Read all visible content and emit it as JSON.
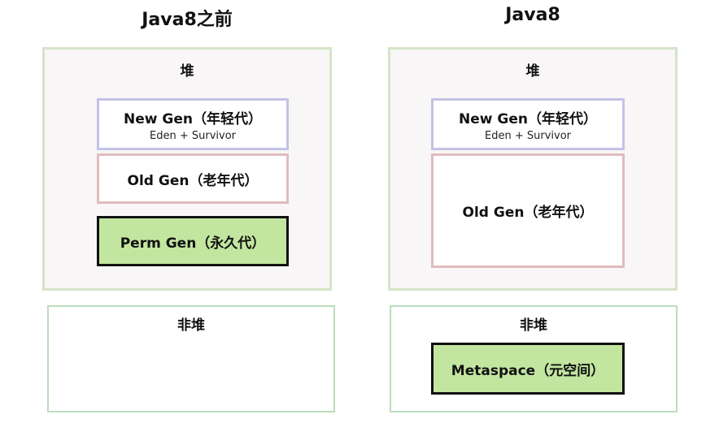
{
  "left": {
    "title": "Java8之前",
    "heap_label": "堆",
    "young_gen": "New Gen（年轻代）",
    "young_gen_detail": "Eden + Survivor",
    "old_gen": "Old Gen（老年代）",
    "perm_gen": "Perm Gen（永久代）",
    "nonheap_label": "非堆"
  },
  "right": {
    "title": "Java8",
    "heap_label": "堆",
    "young_gen": "New Gen（年轻代）",
    "young_gen_detail": "Eden + Survivor",
    "old_gen": "Old Gen（老年代）",
    "nonheap_label": "非堆",
    "metaspace": "Metaspace（元空间）"
  },
  "colors": {
    "heap_border": "#d5e4c8",
    "heap_fill": "#f8f6f6",
    "young_gen_border": "#c3c3e6",
    "old_gen_border": "#e0bcbc",
    "highlight_fill": "#c2e6a0",
    "nonheap_border": "#bcdcbc"
  }
}
